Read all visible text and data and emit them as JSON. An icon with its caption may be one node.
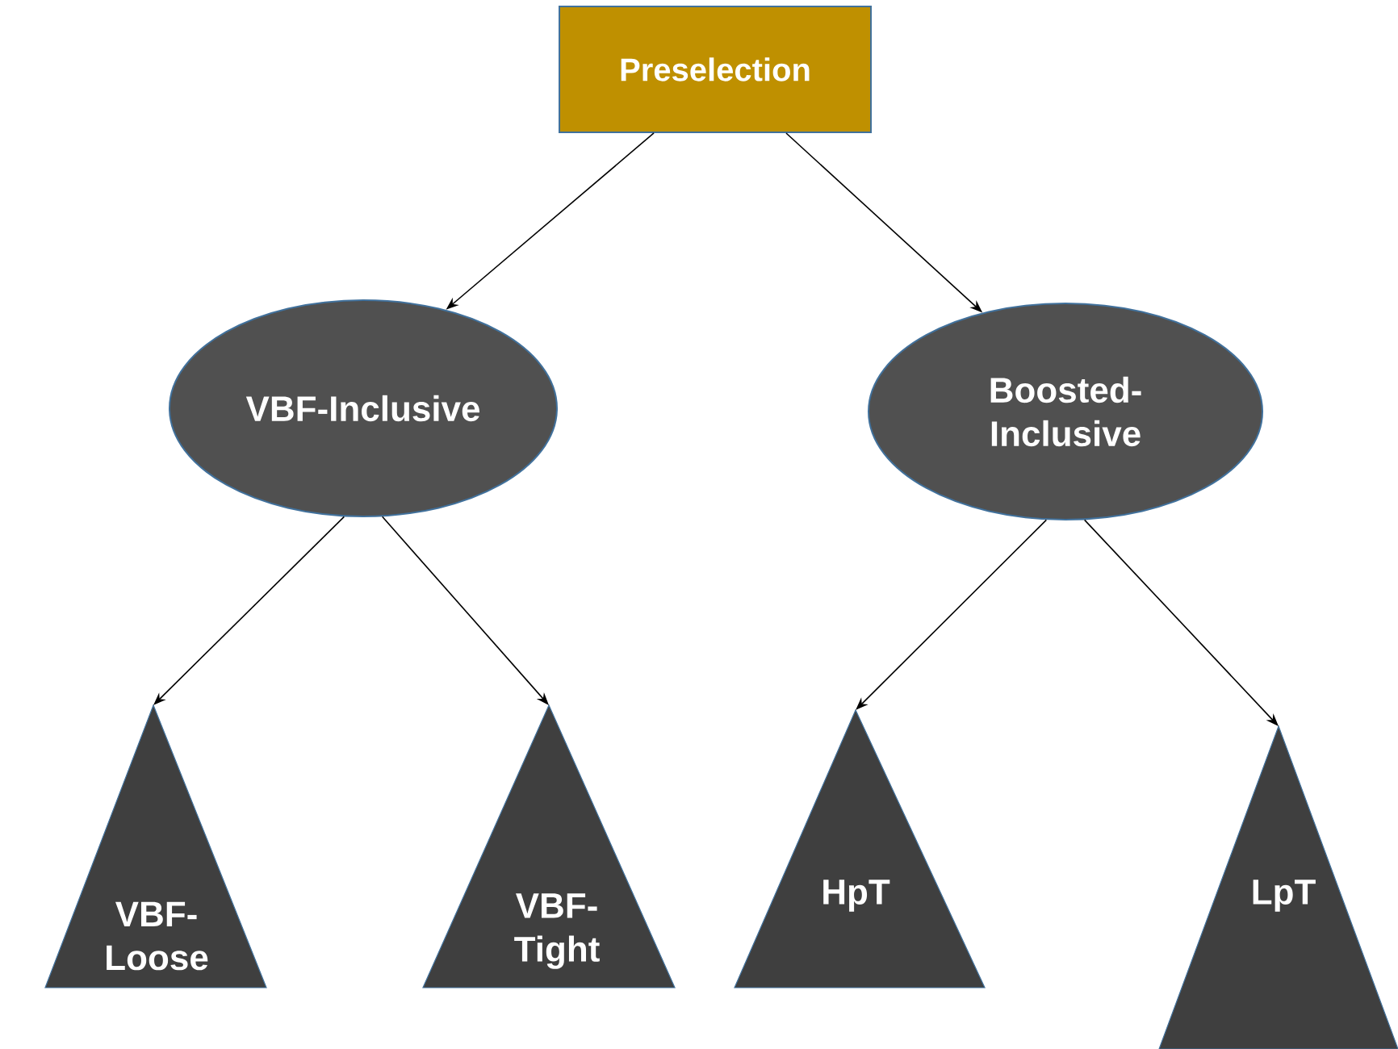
{
  "diagram": {
    "nodes": [
      {
        "text": [
          "Preselection"
        ]
      },
      {
        "text": [
          "VBF-Inclusive"
        ]
      },
      {
        "text": [
          "Boosted- Inclusive"
        ]
      },
      {
        "text": [
          "VBF- Loose"
        ]
      },
      {
        "text": [
          "VBF- Tight"
        ]
      },
      {
        "text": [
          "HpT"
        ]
      },
      {
        "text": [
          "LpT"
        ]
      }
    ],
    "edges": [
      {
        "from": 0,
        "to": 1,
        "arrow": "to"
      },
      {
        "from": 0,
        "to": 2,
        "arrow": "to"
      },
      {
        "from": 1,
        "to": 3,
        "arrow": "to"
      },
      {
        "from": 1,
        "to": 4,
        "arrow": "to"
      },
      {
        "from": 2,
        "to": 5,
        "arrow": "to"
      },
      {
        "from": 2,
        "to": 6,
        "arrow": "to"
      }
    ]
  }
}
